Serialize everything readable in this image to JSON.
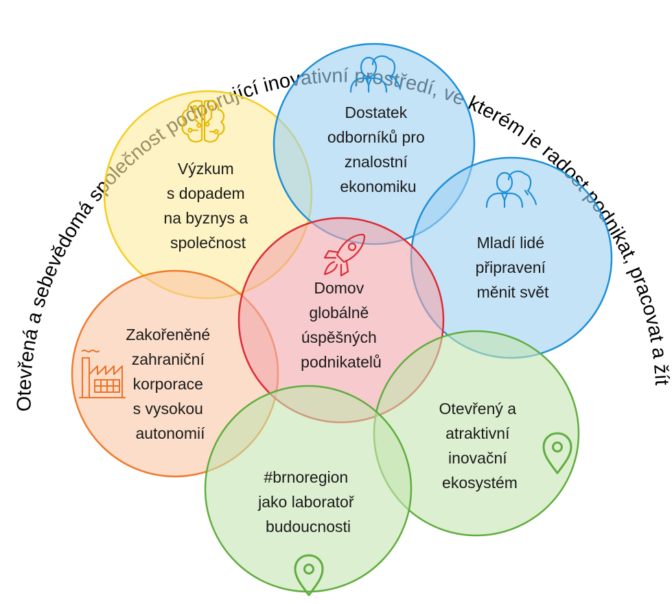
{
  "tagline": "Otevřená a sebevědomá společnost podporující inovativní prostředí, ve kterém je radost podnikat, pracovat a žít.",
  "circles": [
    {
      "id": "research",
      "lines": [
        "Výzkum",
        "s dopadem",
        "na byznys a",
        "společnost"
      ],
      "icon": "brain-circuit-icon",
      "stroke": "#f5cd1d",
      "fill": "#fdeb9c"
    },
    {
      "id": "experts",
      "lines": [
        "Dostatek",
        "odborníků pro",
        "znalostní",
        "ekonomiku"
      ],
      "icon": "people-icon",
      "stroke": "#1c8fd8",
      "fill": "#9fd0f2"
    },
    {
      "id": "youth",
      "lines": [
        "Mladí lidé",
        "připravení",
        "měnit svět"
      ],
      "icon": "people-icon",
      "stroke": "#1c8fd8",
      "fill": "#9fd0f2"
    },
    {
      "id": "corporations",
      "lines": [
        "Zakořeněné",
        "zahraniční",
        "korporace",
        "s vysokou",
        "autonomií"
      ],
      "icon": "factory-icon",
      "stroke": "#f07a2d",
      "fill": "#f9c7a5"
    },
    {
      "id": "entrepreneurs",
      "lines": [
        "Domov",
        "globálně",
        "úspěšných",
        "podnikatelů"
      ],
      "icon": "rocket-icon",
      "stroke": "#dc2b33",
      "fill": "#f2a6ae"
    },
    {
      "id": "ecosystem",
      "lines": [
        "Otevřený a",
        "atraktivní",
        "inovační",
        "ekosystém"
      ],
      "icon": "location-pin-icon",
      "stroke": "#5fad3e",
      "fill": "#c5e5b0"
    },
    {
      "id": "brnoregion",
      "lines": [
        "#brnoregion",
        "jako laboratoř",
        "budoucnosti"
      ],
      "icon": "location-pin-icon",
      "stroke": "#5fad3e",
      "fill": "#c5e5b0"
    }
  ]
}
